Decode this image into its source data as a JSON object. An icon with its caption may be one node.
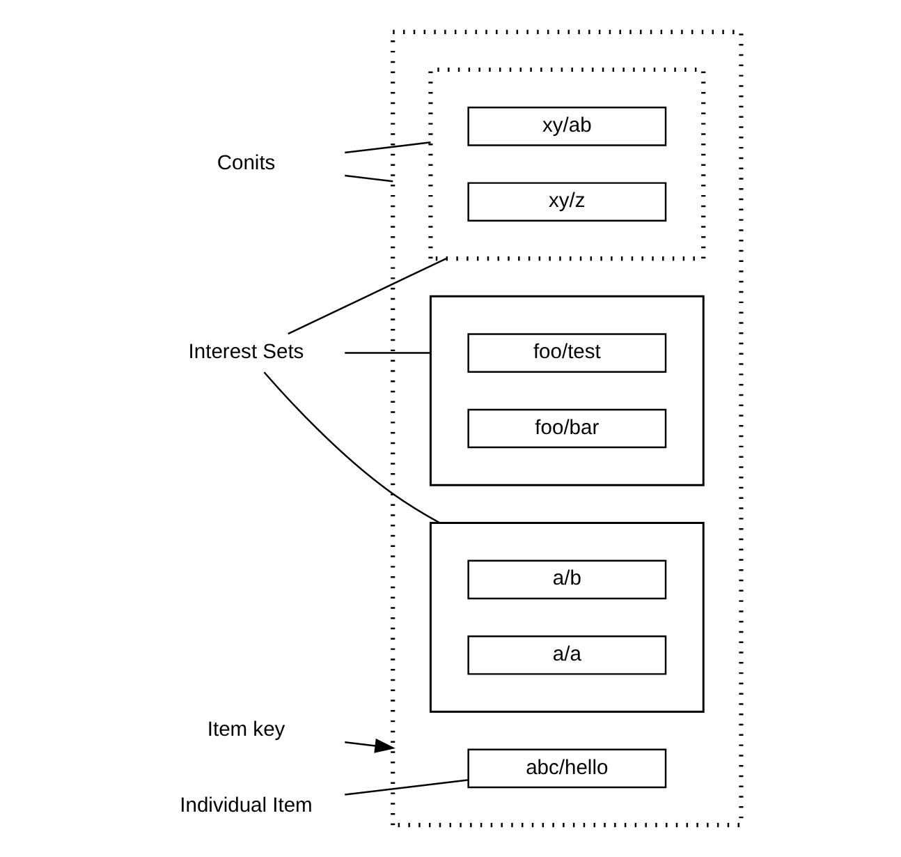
{
  "diagram": {
    "nodes": [
      {
        "text": [],
        "shape": "box"
      },
      {
        "text": [],
        "shape": "box",
        "in": 0
      },
      {
        "text": [
          "a/a"
        ],
        "in": 1
      },
      {
        "text": [
          "a/b"
        ],
        "in": 1
      },
      {
        "text": [],
        "shape": "box",
        "in": 0
      },
      {
        "text": [
          "foo/bar"
        ],
        "in": 4
      },
      {
        "text": [
          "foo/test"
        ],
        "in": 4
      },
      {
        "text": [],
        "shape": "box",
        "in": 0
      },
      {
        "text": [
          "xy/ab"
        ],
        "in": 7
      },
      {
        "text": [
          "xy/z"
        ],
        "in": 7
      },
      {
        "text": [
          "abc/hello"
        ],
        "in": 0
      },
      {
        "text": [
          "Item key"
        ]
      },
      {
        "text": [
          "Conits"
        ]
      },
      {
        "text": [
          "Interest Sets"
        ]
      },
      {
        "text": [
          "Individual Item"
        ]
      }
    ],
    "edges": [
      {
        "from": 11,
        "to": 0,
        "arrow": "to"
      },
      {
        "from": 12,
        "to": 0,
        "arrow": "none"
      },
      {
        "from": 12,
        "to": 7,
        "arrow": "none"
      },
      {
        "from": 13,
        "to": 1,
        "arrow": "none"
      },
      {
        "from": 13,
        "to": 4,
        "arrow": "none"
      },
      {
        "from": 13,
        "to": 7,
        "arrow": "none"
      },
      {
        "from": 14,
        "to": 10,
        "arrow": "none"
      }
    ]
  }
}
